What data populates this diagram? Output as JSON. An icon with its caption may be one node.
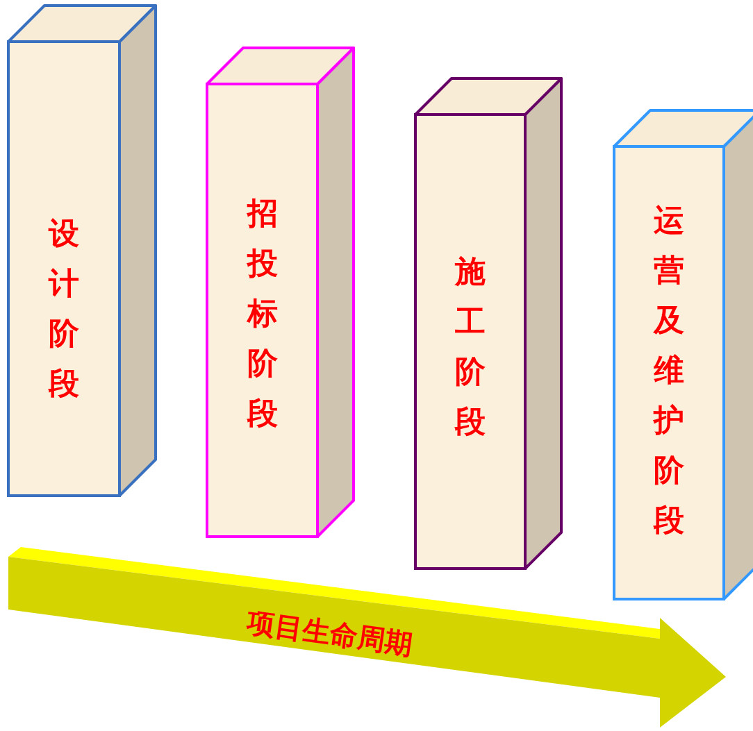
{
  "diagram": {
    "nodes": [
      {
        "text": [
          "设计阶段"
        ]
      },
      {
        "text": [
          "招投标阶段"
        ]
      },
      {
        "text": [
          "施工阶段"
        ]
      },
      {
        "text": [
          "运营及维护阶段"
        ]
      },
      {
        "text": [
          "项目生命周期"
        ]
      }
    ]
  }
}
